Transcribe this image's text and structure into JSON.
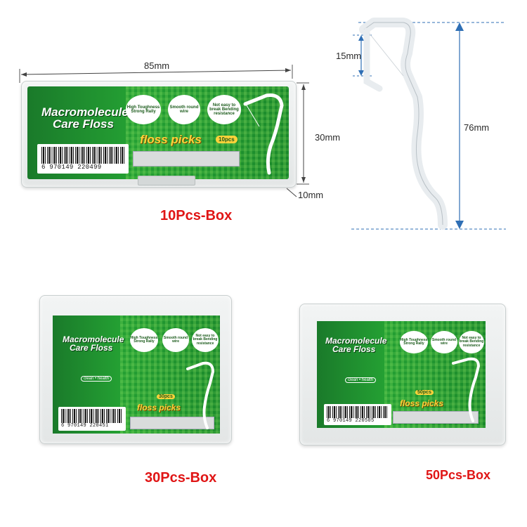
{
  "product": {
    "brand_line1": "Macromolecule",
    "brand_line2": "Care Floss",
    "floss_picks": "floss picks",
    "badges": [
      "High Toughness Strong Rally",
      "Smooth round wire",
      "Not easy to break Bending resistance"
    ],
    "clean_health": "clean • health"
  },
  "top_box": {
    "barcode_number": "6 970149 220499",
    "count_tag": "10pcs",
    "dim_length": "85mm",
    "dim_height": "30mm",
    "dim_depth": "10mm",
    "caption": "10Pcs-Box"
  },
  "pick": {
    "dim_head": "15mm",
    "dim_total": "76mm"
  },
  "box30": {
    "barcode_number": "6 970149 220451",
    "count_tag": "30pcs",
    "caption": "30Pcs-Box"
  },
  "box50": {
    "barcode_number": "6 970149 220505",
    "count_tag": "50pcs",
    "caption": "50Pcs-Box"
  },
  "colors": {
    "accent_green": "#1f922f",
    "caption_red": "#e01515",
    "dimension_blue": "#2f6fb5"
  }
}
